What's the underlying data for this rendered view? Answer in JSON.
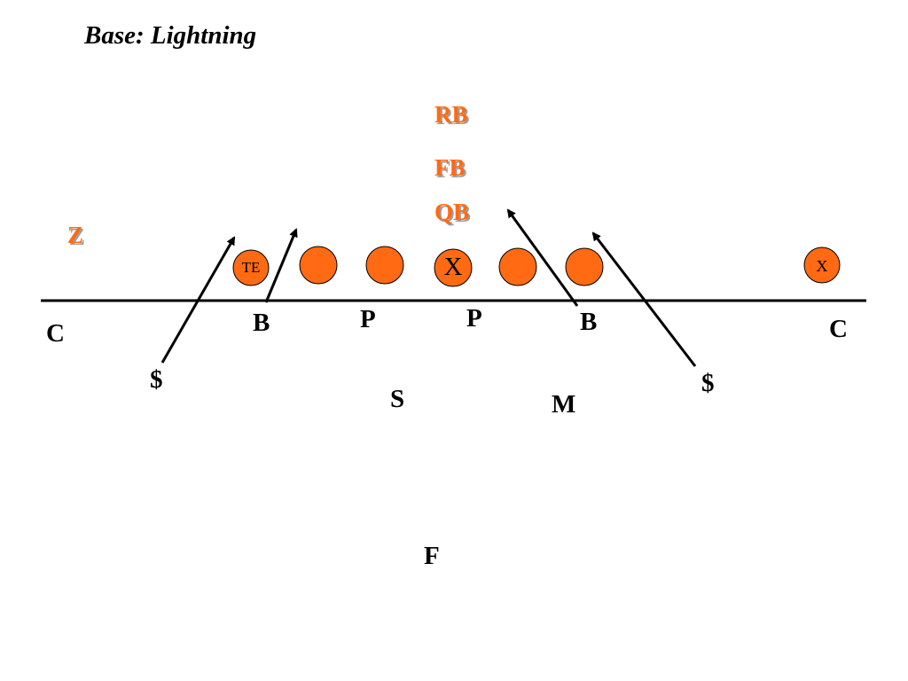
{
  "title": "Base: Lightning",
  "colors": {
    "offense": "#ff6a13",
    "defense": "#000000",
    "shadow": "#9e9e9e"
  },
  "offense": {
    "rb": "RB",
    "fb": "FB",
    "qb": "QB",
    "z": "Z",
    "te": "TE",
    "center": "X",
    "x": "X"
  },
  "defense": {
    "corner_left": "C",
    "corner_right": "C",
    "backer_left": "B",
    "backer_right": "B",
    "pressure_left": "P",
    "pressure_right": "P",
    "dollar_left": "$",
    "dollar_right": "$",
    "sam": "S",
    "mike": "M",
    "free": "F"
  }
}
